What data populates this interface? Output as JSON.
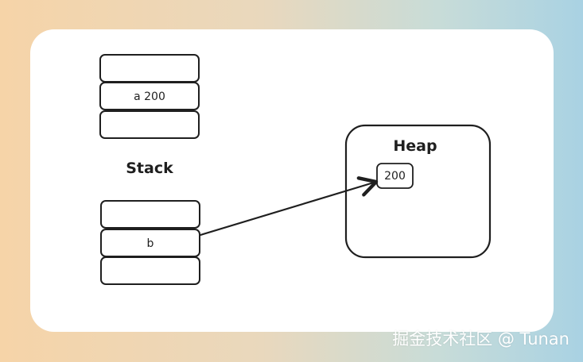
{
  "stack_top": {
    "cells": [
      "",
      "a 200",
      ""
    ]
  },
  "stack_label": "Stack",
  "stack_bottom": {
    "cells": [
      "",
      "b",
      ""
    ]
  },
  "heap": {
    "title": "Heap",
    "value": "200"
  },
  "watermark": "掘金技术社区 @ Tunan"
}
